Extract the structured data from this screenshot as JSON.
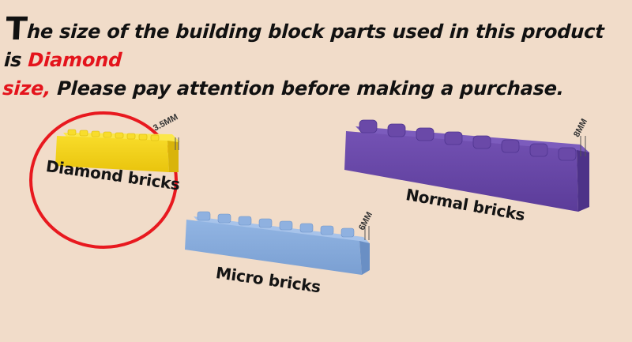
{
  "headline": {
    "lead_letter": "T",
    "line1": "he size of the building block parts used in this product is ",
    "highlight1": "Diamond",
    "highlight2": "size,",
    "line2": "  Please pay attention before making a purchase."
  },
  "bricks": {
    "diamond": {
      "label": "Diamond bricks",
      "dimension": "3.5MM",
      "color": "#f5d416"
    },
    "normal": {
      "label": "Normal bricks",
      "dimension": "8MM",
      "color": "#6a49a8"
    },
    "micro": {
      "label": "Micro bricks",
      "dimension": "6MM",
      "color": "#86aadb"
    }
  },
  "colors": {
    "background": "#f1dcc9",
    "highlight_red": "#e4141c",
    "circle_red": "#e8191f"
  }
}
